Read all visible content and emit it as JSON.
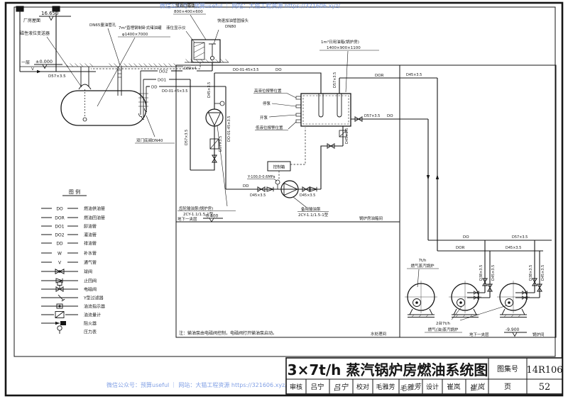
{
  "watermark": {
    "top": "微信公众号：预算useful ｜ 网站：大猫工程资源 https://321606.xyz/",
    "bottom": "微信公众号：预算useful ｜ 网站：大猫工程资源 https://321606.xyz/"
  },
  "levels": {
    "roof_label": "厂房屋面",
    "roof_value": "16.650",
    "floor1_label": "一层",
    "floor1_value": "±0.000",
    "mezz_label": "地下一夹层",
    "mezz_value": "-6.400",
    "boiler_level_label": "地下一夹层",
    "boiler_level_value": "-9.900"
  },
  "tank_area": {
    "transmitter": "磁性液位变送器",
    "gauge_port": "DN65量油管孔",
    "tank_l1": "7m³直埋钢制卧式储油罐",
    "tank_l2": "φ1400×7000",
    "fill_box_l1": "加油口箱体",
    "fill_box_l2": "800×400×600",
    "coupling_l1": "快速加油管固接头",
    "coupling_l2": "DN80",
    "level_display": "液位显示仪",
    "foot_valve": "双门底阀DN40"
  },
  "day_tank": {
    "label_l1": "1m³日用油箱(锅炉房)",
    "label_l2": "1400×900×1100",
    "high_alarm": "高液位报警位置",
    "stop_pump": "停泵",
    "start_pump": "开泵",
    "low_alarm": "低液位报警位置",
    "control_box": "控制箱"
  },
  "pumps": {
    "gauge_spec": "Y-100,0-0.6MPa",
    "transfer_l1": "齿轮输油泵(锅炉房)",
    "transfer_l2": "2CY-1.1/1.5-1型",
    "standby_l1": "备用输油泵",
    "standby_l2": "2CY-1.1/1.5-1型"
  },
  "pipes": {
    "do": "DO",
    "dor": "DOR",
    "do1": "DO1",
    "do2": "DO2",
    "dd": "DD",
    "v": "V",
    "d89": "D89×4",
    "d57": "D57×3.5",
    "d45": "D45×3.5",
    "d38": "D38×3.5",
    "do0145": "DO-01-45×3.5"
  },
  "rooms": {
    "tank_room": "锅炉房油箱间",
    "boiler_room": "锅炉间",
    "water_room": "水处理间"
  },
  "boilers": {
    "gas_l1": "7t/h",
    "gas_l2": "燃气蒸汽锅炉",
    "oil_l1": "2台7t/h",
    "oil_l2": "燃气(油)蒸汽锅炉"
  },
  "note": "注：输油泵由电磁阀控制，电磁阀打开输油泵启动。",
  "legend": {
    "title": "图 例",
    "items": [
      {
        "code": "DO",
        "label": "燃油供油管"
      },
      {
        "code": "DOR",
        "label": "燃油回油管"
      },
      {
        "code": "DO1",
        "label": "卸油管"
      },
      {
        "code": "DO2",
        "label": "灌油管"
      },
      {
        "code": "DD",
        "label": "排油管"
      },
      {
        "code": "W",
        "label": "补水管"
      },
      {
        "code": "V",
        "label": "通气管"
      },
      {
        "code": "",
        "label": "球阀"
      },
      {
        "code": "",
        "label": "止回阀"
      },
      {
        "code": "",
        "label": "电磁阀"
      },
      {
        "code": "",
        "label": "Y型过滤器"
      },
      {
        "code": "",
        "label": "油流指示器"
      },
      {
        "code": "",
        "label": "油流量计"
      },
      {
        "code": "",
        "label": "阻火器"
      },
      {
        "code": "",
        "label": "压力表"
      }
    ]
  },
  "title_block": {
    "title": "3×7t/h  蒸汽锅炉房燃油系统图",
    "atlas_label": "图集号",
    "atlas_no": "14R106",
    "review_label": "审核",
    "reviewer": "吕宁",
    "sig1": "吕宁",
    "proof_label": "校对",
    "proofer": "毛雅芳",
    "sig2": "毛雅芳",
    "design_label": "设计",
    "designer": "崔岚",
    "sig3": "崔岚",
    "page_label": "页",
    "page_no": "52"
  }
}
